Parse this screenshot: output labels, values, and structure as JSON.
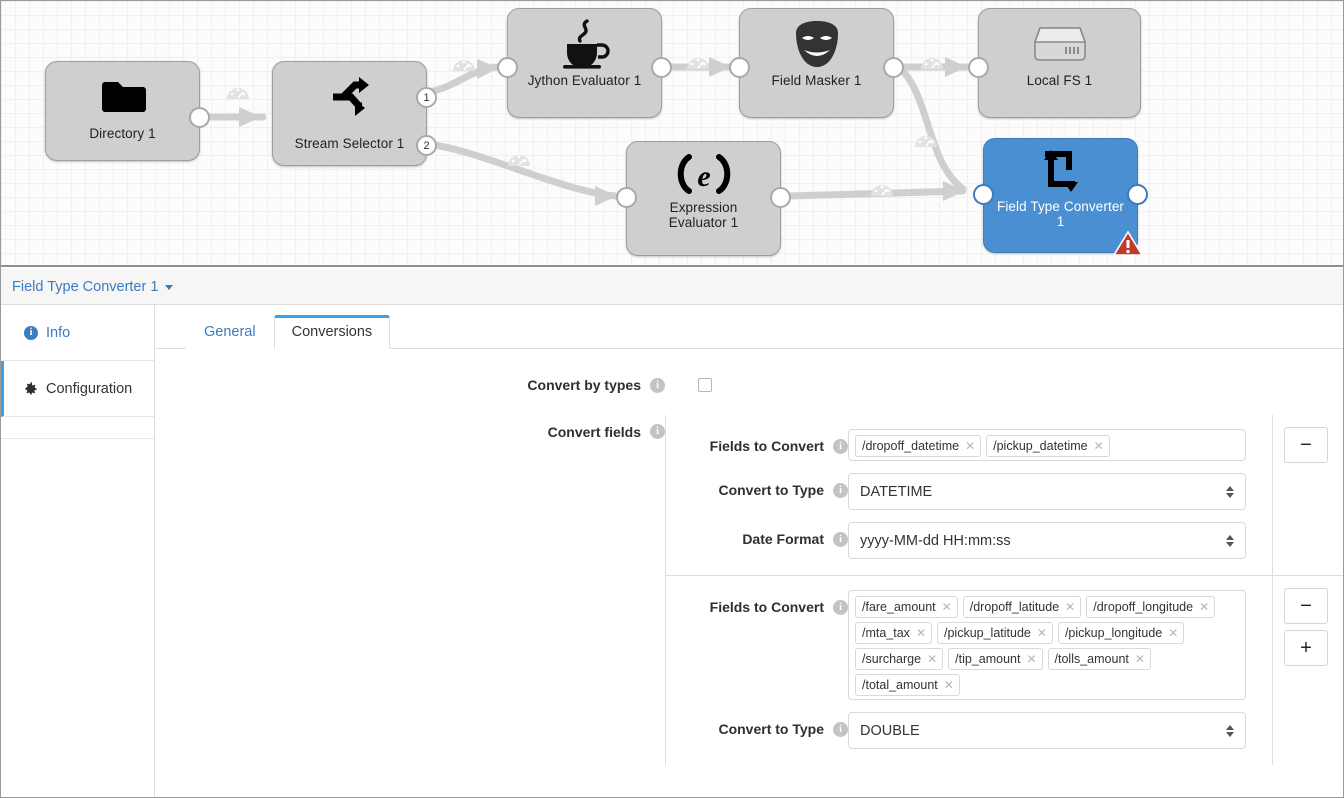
{
  "canvas": {
    "nodes": [
      {
        "id": "directory",
        "label": "Directory 1",
        "icon": "folder-icon",
        "selected": false
      },
      {
        "id": "stream-selector",
        "label": "Stream Selector 1",
        "icon": "stream-selector-icon",
        "selected": false
      },
      {
        "id": "jython-evaluator",
        "label": "Jython Evaluator 1",
        "icon": "coffee-cup-icon",
        "selected": false
      },
      {
        "id": "field-masker",
        "label": "Field Masker 1",
        "icon": "theater-mask-icon",
        "selected": false
      },
      {
        "id": "local-fs",
        "label": "Local FS 1",
        "icon": "hard-drive-icon",
        "selected": false
      },
      {
        "id": "expression-evaluator",
        "label": "Expression\nEvaluator 1",
        "icon": "expression-e-icon",
        "selected": false
      },
      {
        "id": "field-type-converter",
        "label": "Field Type Converter\n1",
        "icon": "field-type-converter-icon",
        "selected": true
      }
    ],
    "output_port_labels": {
      "stream_selector_1": "1",
      "stream_selector_2": "2"
    },
    "error_badge": "warning-triangle-icon",
    "selected_color": "#4a8fd1",
    "node_color": "#cfcfcf"
  },
  "panel": {
    "title": "Field Type Converter 1",
    "title_caret": "caret-down-icon",
    "sidebar": {
      "items": [
        {
          "label": "Info",
          "icon": "info-circle-icon",
          "active": false
        },
        {
          "label": "Configuration",
          "icon": "gear-icon",
          "active": true
        }
      ]
    },
    "tabs": [
      {
        "label": "General",
        "active": false
      },
      {
        "label": "Conversions",
        "active": true
      }
    ],
    "form": {
      "convert_by_types": {
        "label": "Convert by types",
        "info": "info-icon",
        "checked": false
      },
      "convert_fields": {
        "label": "Convert fields",
        "info": "info-icon"
      },
      "labels": {
        "fields_to_convert": "Fields to Convert",
        "convert_to_type": "Convert to Type",
        "date_format": "Date Format"
      },
      "buttons": {
        "remove": "−",
        "add": "+"
      },
      "blocks": [
        {
          "fields": [
            "/dropoff_datetime",
            "/pickup_datetime"
          ],
          "convert_to_type": "DATETIME",
          "date_format": "yyyy-MM-dd HH:mm:ss",
          "has_date_format": true,
          "buttons": [
            "remove"
          ]
        },
        {
          "fields": [
            "/fare_amount",
            "/dropoff_latitude",
            "/dropoff_longitude",
            "/mta_tax",
            "/pickup_latitude",
            "/pickup_longitude",
            "/surcharge",
            "/tip_amount",
            "/tolls_amount",
            "/total_amount"
          ],
          "convert_to_type": "DOUBLE",
          "date_format": "",
          "has_date_format": false,
          "buttons": [
            "remove",
            "add"
          ]
        }
      ]
    },
    "colors": {
      "link": "#3b7cc0",
      "tab_active_border": "#38a3e8"
    }
  }
}
